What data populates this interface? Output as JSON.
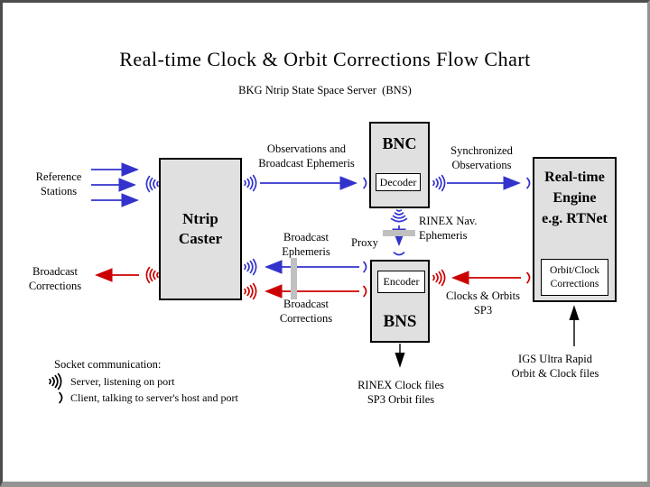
{
  "title": "Real-time Clock & Orbit Corrections Flow Chart",
  "subtitle": "BKG Ntrip State Space Server  (BNS)",
  "colors": {
    "blue": "#3333CC",
    "red": "#CC0000",
    "black": "#000000",
    "box_fill": "#E0E0E0",
    "proxy_bar": "#C0C0C0"
  },
  "nodes": {
    "ntrip_caster": {
      "lines": [
        "Ntrip",
        "Caster"
      ]
    },
    "bnc": {
      "label": "BNC",
      "sub_label": "Decoder"
    },
    "bns": {
      "label": "BNS",
      "sub_label": "Encoder"
    },
    "engine": {
      "lines": [
        "Real-time",
        "Engine",
        "e.g. RTNet"
      ],
      "sub_lines": [
        "Orbit/Clock",
        "Corrections"
      ]
    }
  },
  "labels": {
    "reference_stations": [
      "Reference",
      "Stations"
    ],
    "broadcast_corrections_left": [
      "Broadcast",
      "Corrections"
    ],
    "observations": [
      "Observations and",
      "Broadcast Ephemeris"
    ],
    "synchronized": [
      "Synchronized",
      "Observations"
    ],
    "rinex_nav": [
      "RINEX Nav.",
      "Ephemeris"
    ],
    "proxy": "Proxy",
    "broadcast_ephemeris": [
      "Broadcast",
      "Ephemeris"
    ],
    "broadcast_corrections_mid": [
      "Broadcast",
      "Corrections"
    ],
    "clocks_orbits": [
      "Clocks & Orbits",
      "SP3"
    ],
    "rinex_clock_files": [
      "RINEX Clock files",
      "SP3 Orbit files"
    ],
    "igs_input": [
      "IGS Ultra Rapid",
      "Orbit & Clock files"
    ]
  },
  "legend": {
    "title": "Socket communication:",
    "server": "Server, listening on port",
    "client": "Client, talking to server's host and port"
  }
}
